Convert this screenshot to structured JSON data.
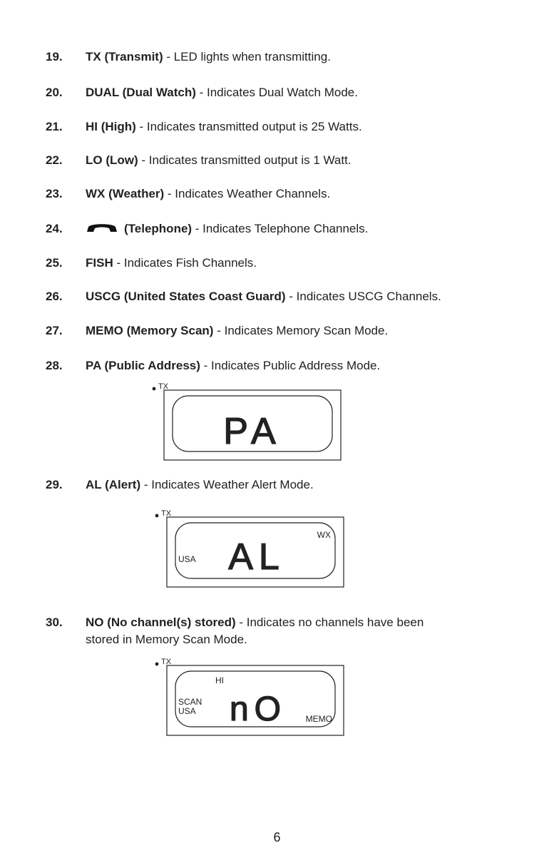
{
  "items": [
    {
      "num": "19.",
      "term": "TX (Transmit)",
      "desc": " - LED lights when transmitting."
    },
    {
      "num": "20.",
      "term": "DUAL (Dual Watch)",
      "desc": " - Indicates Dual Watch Mode."
    },
    {
      "num": "21.",
      "term": "HI (High)",
      "desc": " - Indicates transmitted output is 25 Watts."
    },
    {
      "num": "22.",
      "term": "LO (Low)",
      "desc": " - Indicates transmitted output is 1 Watt."
    },
    {
      "num": "23.",
      "term": "WX (Weather)",
      "desc": " - Indicates Weather Channels."
    },
    {
      "num": "24.",
      "term": "(Telephone)",
      "desc": " - Indicates Telephone Channels.",
      "icon": "telephone-handset-icon"
    },
    {
      "num": "25.",
      "term": "FISH",
      "desc": " - Indicates Fish Channels."
    },
    {
      "num": "26.",
      "term": "USCG (United States Coast Guard)",
      "desc": " - Indicates USCG Channels."
    },
    {
      "num": "27.",
      "term": "MEMO (Memory Scan)",
      "desc": " - Indicates Memory Scan Mode."
    },
    {
      "num": "28.",
      "term": "PA (Public Address)",
      "desc": " - Indicates Public Address Mode."
    },
    {
      "num": "29.",
      "term": "AL (Alert)",
      "desc": " - Indicates Weather Alert Mode."
    },
    {
      "num": "30.",
      "term": "NO (No channel(s) stored)",
      "desc": " - Indicates no channels have been",
      "desc_line2": "stored in Memory Scan Mode."
    }
  ],
  "displays": {
    "pa": {
      "tx": "TX",
      "digits": "PA"
    },
    "al": {
      "tx": "TX",
      "digits": "AL",
      "usa": "USA",
      "wx": "WX"
    },
    "no": {
      "tx": "TX",
      "digits": "nO",
      "hi": "HI",
      "scan": "SCAN",
      "usa": "USA",
      "memo": "MEMO"
    }
  },
  "page_number": "6"
}
